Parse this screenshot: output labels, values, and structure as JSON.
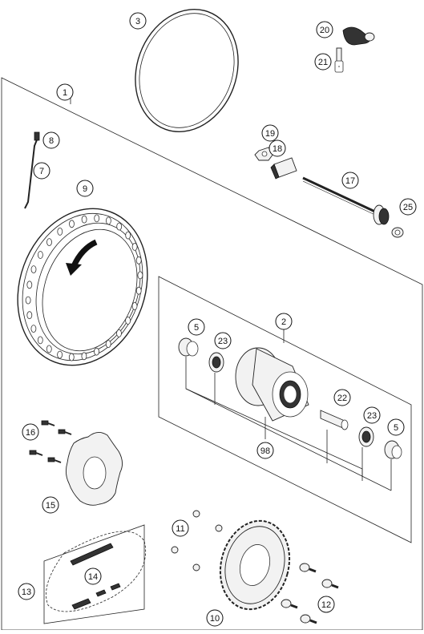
{
  "callouts": {
    "c1": "1",
    "c2": "2",
    "c3": "3",
    "c5a": "5",
    "c5b": "5",
    "c7": "7",
    "c8": "8",
    "c9": "9",
    "c10": "10",
    "c11": "11",
    "c12": "12",
    "c13": "13",
    "c14": "14",
    "c15": "15",
    "c16": "16",
    "c17": "17",
    "c18": "18",
    "c19": "19",
    "c20": "20",
    "c21": "21",
    "c22": "22",
    "c23a": "23",
    "c23b": "23",
    "c25": "25",
    "c98": "98"
  }
}
